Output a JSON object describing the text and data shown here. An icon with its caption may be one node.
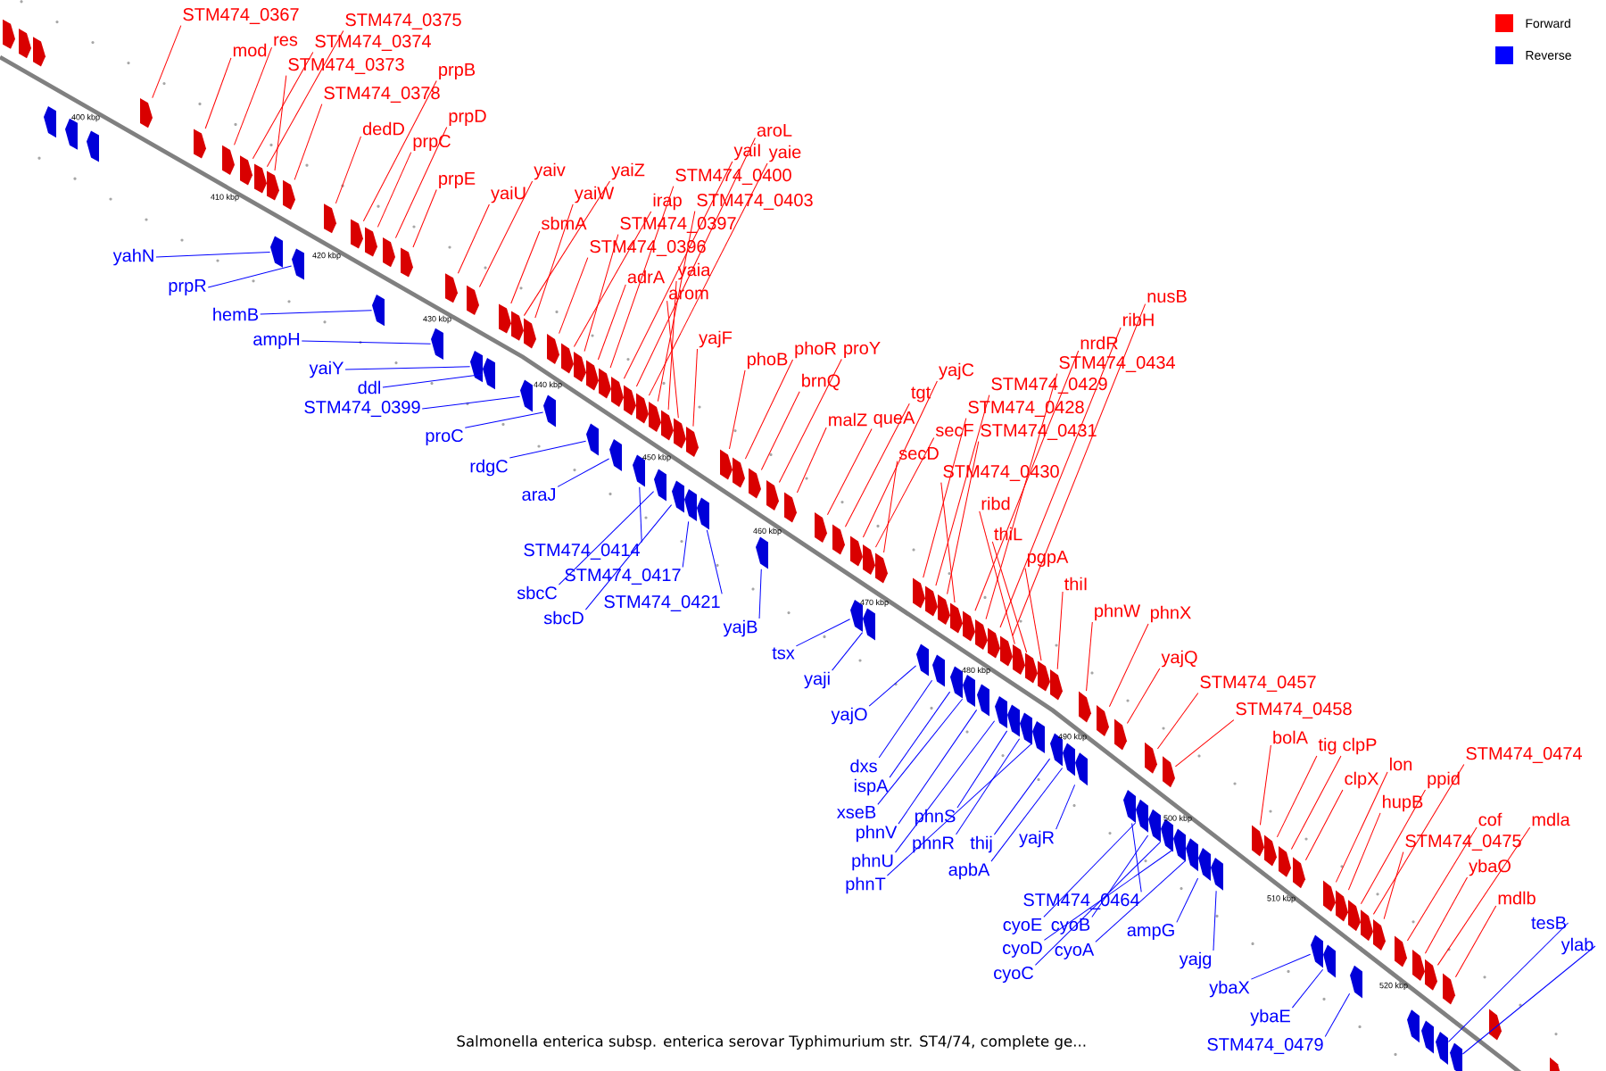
{
  "diagram": {
    "caption": "Salmonella enterica subsp. enterica serovar Typhimurium str. ST4/74, complete ge...",
    "nodes": [
      {
        "text": [
          "STM474_0367"
        ]
      },
      {
        "text": [
          "mod"
        ]
      },
      {
        "text": [
          "res"
        ]
      },
      {
        "text": [
          "STM474_0375"
        ]
      },
      {
        "text": [
          "STM474_0374"
        ]
      },
      {
        "text": [
          "STM474_0373"
        ]
      },
      {
        "text": [
          "STM474_0378"
        ]
      },
      {
        "text": [
          "prpB"
        ]
      },
      {
        "text": [
          "dedD"
        ]
      },
      {
        "text": [
          "prpD"
        ]
      },
      {
        "text": [
          "prpC"
        ]
      },
      {
        "text": [
          "prpE"
        ]
      },
      {
        "text": [
          "yaiU"
        ]
      },
      {
        "text": [
          "yaiv"
        ]
      },
      {
        "text": [
          "yaiZ"
        ]
      },
      {
        "text": [
          "yaiW"
        ]
      },
      {
        "text": [
          "sbmA"
        ]
      },
      {
        "text": [
          "irap"
        ]
      },
      {
        "text": [
          "STM474_0400"
        ]
      },
      {
        "text": [
          "aroL"
        ]
      },
      {
        "text": [
          "yaiI"
        ]
      },
      {
        "text": [
          "yaie"
        ]
      },
      {
        "text": [
          "STM474_0403"
        ]
      },
      {
        "text": [
          "STM474_0397"
        ]
      },
      {
        "text": [
          "STM474_0396"
        ]
      },
      {
        "text": [
          "adrA"
        ]
      },
      {
        "text": [
          "yaia"
        ]
      },
      {
        "text": [
          "arom"
        ]
      },
      {
        "text": [
          "yajF"
        ]
      },
      {
        "text": [
          "phoB"
        ]
      },
      {
        "text": [
          "phoR"
        ]
      },
      {
        "text": [
          "proY"
        ]
      },
      {
        "text": [
          "brnQ"
        ]
      },
      {
        "text": [
          "malZ"
        ]
      },
      {
        "text": [
          "queA"
        ]
      },
      {
        "text": [
          "tgt"
        ]
      },
      {
        "text": [
          "yajC"
        ]
      },
      {
        "text": [
          "secF"
        ]
      },
      {
        "text": [
          "secD"
        ]
      },
      {
        "text": [
          "STM474_0429"
        ]
      },
      {
        "text": [
          "STM474_0428"
        ]
      },
      {
        "text": [
          "STM474_0431"
        ]
      },
      {
        "text": [
          "STM474_0430"
        ]
      },
      {
        "text": [
          "ribd"
        ]
      },
      {
        "text": [
          "thiL"
        ]
      },
      {
        "text": [
          "pgpA"
        ]
      },
      {
        "text": [
          "thiI"
        ]
      },
      {
        "text": [
          "nusB"
        ]
      },
      {
        "text": [
          "ribH"
        ]
      },
      {
        "text": [
          "nrdR"
        ]
      },
      {
        "text": [
          "STM474_0434"
        ]
      },
      {
        "text": [
          "phnW"
        ]
      },
      {
        "text": [
          "phnX"
        ]
      },
      {
        "text": [
          "yajQ"
        ]
      },
      {
        "text": [
          "STM474_0457"
        ]
      },
      {
        "text": [
          "STM474_0458"
        ]
      },
      {
        "text": [
          "bolA"
        ]
      },
      {
        "text": [
          "tig"
        ]
      },
      {
        "text": [
          "clpP"
        ]
      },
      {
        "text": [
          "clpX"
        ]
      },
      {
        "text": [
          "lon"
        ]
      },
      {
        "text": [
          "hupB"
        ]
      },
      {
        "text": [
          "ppid"
        ]
      },
      {
        "text": [
          "STM474_0474"
        ]
      },
      {
        "text": [
          "STM474_0475"
        ]
      },
      {
        "text": [
          "cof"
        ]
      },
      {
        "text": [
          "mdla"
        ]
      },
      {
        "text": [
          "ybaO"
        ]
      },
      {
        "text": [
          "mdlb"
        ]
      },
      {
        "text": [
          "yahN"
        ]
      },
      {
        "text": [
          "prpR"
        ]
      },
      {
        "text": [
          "hemB"
        ]
      },
      {
        "text": [
          "ampH"
        ]
      },
      {
        "text": [
          "yaiY"
        ]
      },
      {
        "text": [
          "ddl"
        ]
      },
      {
        "text": [
          "STM474_0399"
        ]
      },
      {
        "text": [
          "proC"
        ]
      },
      {
        "text": [
          "rdgC"
        ]
      },
      {
        "text": [
          "araJ"
        ]
      },
      {
        "text": [
          "STM474_0414"
        ]
      },
      {
        "text": [
          "sbcC"
        ]
      },
      {
        "text": [
          "STM474_0417"
        ]
      },
      {
        "text": [
          "sbcD"
        ]
      },
      {
        "text": [
          "STM474_0421"
        ]
      },
      {
        "text": [
          "yajB"
        ]
      },
      {
        "text": [
          "tsx"
        ]
      },
      {
        "text": [
          "yaji"
        ]
      },
      {
        "text": [
          "yajO"
        ]
      },
      {
        "text": [
          "dxs"
        ]
      },
      {
        "text": [
          "ispA"
        ]
      },
      {
        "text": [
          "xseB"
        ]
      },
      {
        "text": [
          "phnV"
        ]
      },
      {
        "text": [
          "phnS"
        ]
      },
      {
        "text": [
          "phnU"
        ]
      },
      {
        "text": [
          "phnR"
        ]
      },
      {
        "text": [
          "phnT"
        ]
      },
      {
        "text": [
          "thij"
        ]
      },
      {
        "text": [
          "apbA"
        ]
      },
      {
        "text": [
          "yajR"
        ]
      },
      {
        "text": [
          "STM474_0464"
        ]
      },
      {
        "text": [
          "cyoE"
        ]
      },
      {
        "text": [
          "cyoB"
        ]
      },
      {
        "text": [
          "cyoD"
        ]
      },
      {
        "text": [
          "cyoA"
        ]
      },
      {
        "text": [
          "cyoC"
        ]
      },
      {
        "text": [
          "ampG"
        ]
      },
      {
        "text": [
          "yajg"
        ]
      },
      {
        "text": [
          "ybaX"
        ]
      },
      {
        "text": [
          "ybaE"
        ]
      },
      {
        "text": [
          "STM474_0479"
        ]
      },
      {
        "text": [
          "tesB"
        ]
      },
      {
        "text": [
          "ylab"
        ]
      },
      {
        "text": [],
        "shape": "bar"
      },
      {
        "text": [],
        "shape": "bar"
      },
      {
        "text": [],
        "shape": "bar"
      },
      {
        "text": [],
        "shape": "bar"
      },
      {
        "text": [],
        "shape": "bar"
      },
      {
        "text": [],
        "shape": "bar"
      },
      {
        "text": [],
        "shape": "bar"
      },
      {
        "text": [],
        "shape": "bar"
      },
      {
        "text": [],
        "shape": "bar"
      },
      {
        "text": [],
        "shape": "bar"
      },
      {
        "text": [],
        "shape": "bar"
      },
      {
        "text": [],
        "shape": "bar"
      },
      {
        "text": [],
        "shape": "bar"
      },
      {
        "text": [],
        "shape": "bar"
      },
      {
        "text": [],
        "shape": "bar"
      },
      {
        "text": [],
        "shape": "bar"
      },
      {
        "text": [],
        "shape": "bar"
      },
      {
        "text": [],
        "shape": "bar"
      },
      {
        "text": [],
        "shape": "bar"
      },
      {
        "text": [],
        "shape": "bar"
      },
      {
        "text": [],
        "shape": "bar"
      },
      {
        "text": [],
        "shape": "bar"
      },
      {
        "text": [],
        "shape": "bar"
      },
      {
        "text": [],
        "shape": "bar"
      },
      {
        "text": [],
        "shape": "bar"
      },
      {
        "text": [],
        "shape": "bar"
      },
      {
        "text": [],
        "shape": "bar"
      },
      {
        "text": [],
        "shape": "bar"
      },
      {
        "text": [],
        "shape": "bar"
      },
      {
        "text": [],
        "shape": "bar"
      },
      {
        "text": [],
        "shape": "bar"
      },
      {
        "text": [],
        "shape": "bar"
      },
      {
        "text": [],
        "shape": "bar"
      },
      {
        "text": [],
        "shape": "bar"
      },
      {
        "text": [],
        "shape": "bar"
      },
      {
        "text": [],
        "shape": "bar"
      },
      {
        "text": [],
        "shape": "bar"
      },
      {
        "text": [],
        "shape": "bar"
      },
      {
        "text": [],
        "shape": "bar"
      },
      {
        "text": [],
        "shape": "bar"
      },
      {
        "text": [],
        "shape": "bar"
      },
      {
        "text": [],
        "shape": "bar"
      },
      {
        "text": [],
        "shape": "bar"
      },
      {
        "text": [],
        "shape": "bar"
      },
      {
        "text": [],
        "shape": "bar"
      },
      {
        "text": [],
        "shape": "bar"
      },
      {
        "text": [],
        "shape": "bar"
      },
      {
        "text": [],
        "shape": "bar"
      },
      {
        "text": [],
        "shape": "bar"
      },
      {
        "text": [],
        "shape": "bar"
      },
      {
        "text": [],
        "shape": "bar"
      },
      {
        "text": [],
        "shape": "bar"
      },
      {
        "text": [],
        "shape": "bar"
      },
      {
        "text": [],
        "shape": "bar"
      },
      {
        "text": [],
        "shape": "bar"
      },
      {
        "text": [],
        "shape": "bar"
      },
      {
        "text": [],
        "shape": "bar"
      },
      {
        "text": [],
        "shape": "bar"
      },
      {
        "text": [],
        "shape": "bar"
      },
      {
        "text": [],
        "shape": "bar"
      },
      {
        "text": [],
        "shape": "bar"
      },
      {
        "text": [],
        "shape": "bar"
      },
      {
        "text": [],
        "shape": "bar"
      },
      {
        "text": [],
        "shape": "bar"
      },
      {
        "text": [],
        "shape": "bar"
      },
      {
        "text": [],
        "shape": "bar"
      },
      {
        "text": [],
        "shape": "bar"
      },
      {
        "text": [],
        "shape": "bar"
      },
      {
        "text": [],
        "shape": "bar"
      },
      {
        "text": [],
        "shape": "bar"
      },
      {
        "text": [],
        "shape": "bar"
      },
      {
        "text": [],
        "shape": "bar"
      },
      {
        "text": [],
        "shape": "bar"
      },
      {
        "text": [],
        "shape": "bar"
      },
      {
        "text": [],
        "shape": "bar"
      },
      {
        "text": [],
        "shape": "bar"
      },
      {
        "text": [],
        "shape": "bar"
      },
      {
        "text": [],
        "shape": "bar"
      },
      {
        "text": [],
        "shape": "bar"
      },
      {
        "text": [],
        "shape": "bar"
      },
      {
        "text": [],
        "shape": "bar"
      },
      {
        "text": [],
        "shape": "bar"
      },
      {
        "text": [],
        "shape": "bar"
      },
      {
        "text": [],
        "shape": "bar"
      },
      {
        "text": [],
        "shape": "bar"
      },
      {
        "text": [],
        "shape": "bar"
      },
      {
        "text": [],
        "shape": "bar"
      },
      {
        "text": [],
        "shape": "bar"
      },
      {
        "text": [],
        "shape": "bar"
      },
      {
        "text": [],
        "shape": "bar"
      },
      {
        "text": [],
        "shape": "bar"
      },
      {
        "text": [],
        "shape": "bar"
      },
      {
        "text": [],
        "shape": "bar"
      },
      {
        "text": [],
        "shape": "bar"
      },
      {
        "text": [],
        "shape": "bar"
      },
      {
        "text": [],
        "shape": "bar"
      },
      {
        "text": [],
        "shape": "bar"
      },
      {
        "text": [],
        "shape": "bar"
      },
      {
        "text": [],
        "shape": "bar"
      },
      {
        "text": [],
        "shape": "bar"
      },
      {
        "text": [],
        "shape": "bar"
      },
      {
        "text": [],
        "shape": "bar"
      },
      {
        "text": [],
        "shape": "bar"
      },
      {
        "text": [],
        "shape": "bar"
      },
      {
        "text": [],
        "shape": "bar"
      },
      {
        "text": [],
        "shape": "bar"
      },
      {
        "text": [],
        "shape": "bar"
      },
      {
        "text": [],
        "shape": "bar"
      },
      {
        "text": [],
        "shape": "bar"
      },
      {
        "text": [],
        "shape": "bar"
      },
      {
        "text": [],
        "shape": "bar"
      },
      {
        "text": [],
        "shape": "bar"
      },
      {
        "text": [],
        "shape": "bar"
      },
      {
        "text": [],
        "shape": "bar"
      },
      {
        "text": [],
        "shape": "bar"
      },
      {
        "text": [],
        "shape": "bar"
      },
      {
        "text": [],
        "shape": "bar"
      },
      {
        "text": [],
        "shape": "bar"
      },
      {
        "text": [],
        "shape": "bar"
      },
      {
        "text": [],
        "shape": "bar"
      },
      {
        "text": [],
        "shape": "bar"
      },
      {
        "text": [],
        "shape": "bar"
      }
    ],
    "edges": [
      {
        "from": 0,
        "to": 118,
        "arrow": "none"
      },
      {
        "from": 1,
        "to": 119,
        "arrow": "none"
      },
      {
        "from": 2,
        "to": 120,
        "arrow": "none"
      },
      {
        "from": 3,
        "to": 122,
        "arrow": "none"
      },
      {
        "from": 4,
        "to": 121,
        "arrow": "none"
      },
      {
        "from": 5,
        "to": 123,
        "arrow": "none"
      },
      {
        "from": 6,
        "to": 125,
        "arrow": "none"
      },
      {
        "from": 7,
        "to": 128,
        "arrow": "none"
      },
      {
        "from": 8,
        "to": 127,
        "arrow": "none"
      },
      {
        "from": 9,
        "to": 131,
        "arrow": "none"
      },
      {
        "from": 10,
        "to": 129,
        "arrow": "none"
      },
      {
        "from": 11,
        "to": 132,
        "arrow": "none"
      },
      {
        "from": 12,
        "to": 134,
        "arrow": "none"
      },
      {
        "from": 13,
        "to": 135,
        "arrow": "none"
      },
      {
        "from": 14,
        "to": 139,
        "arrow": "none"
      },
      {
        "from": 15,
        "to": 141,
        "arrow": "none"
      },
      {
        "from": 16,
        "to": 138,
        "arrow": "none"
      },
      {
        "from": 17,
        "to": 144,
        "arrow": "none"
      },
      {
        "from": 18,
        "to": 148,
        "arrow": "none"
      },
      {
        "from": 19,
        "to": 151,
        "arrow": "none"
      },
      {
        "from": 20,
        "to": 150,
        "arrow": "none"
      },
      {
        "from": 21,
        "to": 153,
        "arrow": "none"
      },
      {
        "from": 22,
        "to": 154,
        "arrow": "none"
      },
      {
        "from": 23,
        "to": 145,
        "arrow": "none"
      },
      {
        "from": 24,
        "to": 143,
        "arrow": "none"
      },
      {
        "from": 25,
        "to": 146,
        "arrow": "none"
      },
      {
        "from": 26,
        "to": 156,
        "arrow": "none"
      },
      {
        "from": 27,
        "to": 158,
        "arrow": "none"
      },
      {
        "from": 28,
        "to": 160,
        "arrow": "none"
      },
      {
        "from": 29,
        "to": 162,
        "arrow": "none"
      },
      {
        "from": 30,
        "to": 163,
        "arrow": "none"
      },
      {
        "from": 31,
        "to": 166,
        "arrow": "none"
      },
      {
        "from": 32,
        "to": 164,
        "arrow": "none"
      },
      {
        "from": 33,
        "to": 167,
        "arrow": "none"
      },
      {
        "from": 34,
        "to": 168,
        "arrow": "none"
      },
      {
        "from": 35,
        "to": 169,
        "arrow": "none"
      },
      {
        "from": 36,
        "to": 170,
        "arrow": "none"
      },
      {
        "from": 37,
        "to": 172,
        "arrow": "none"
      },
      {
        "from": 38,
        "to": 174,
        "arrow": "none"
      },
      {
        "from": 39,
        "to": 177,
        "arrow": "none"
      },
      {
        "from": 40,
        "to": 175,
        "arrow": "none"
      },
      {
        "from": 41,
        "to": 179,
        "arrow": "none"
      },
      {
        "from": 42,
        "to": 180,
        "arrow": "none"
      },
      {
        "from": 43,
        "to": 190,
        "arrow": "none"
      },
      {
        "from": 44,
        "to": 192,
        "arrow": "none"
      },
      {
        "from": 45,
        "to": 194,
        "arrow": "none"
      },
      {
        "from": 46,
        "to": 195,
        "arrow": "none"
      },
      {
        "from": 47,
        "to": 188,
        "arrow": "none"
      },
      {
        "from": 48,
        "to": 186,
        "arrow": "none"
      },
      {
        "from": 49,
        "to": 182,
        "arrow": "none"
      },
      {
        "from": 50,
        "to": 184,
        "arrow": "none"
      },
      {
        "from": 51,
        "to": 199,
        "arrow": "none"
      },
      {
        "from": 52,
        "to": 200,
        "arrow": "none"
      },
      {
        "from": 53,
        "to": 201,
        "arrow": "none"
      },
      {
        "from": 54,
        "to": 204,
        "arrow": "none"
      },
      {
        "from": 55,
        "to": 207,
        "arrow": "none"
      },
      {
        "from": 56,
        "to": 212,
        "arrow": "none"
      },
      {
        "from": 57,
        "to": 213,
        "arrow": "none"
      },
      {
        "from": 58,
        "to": 214,
        "arrow": "none"
      },
      {
        "from": 59,
        "to": 215,
        "arrow": "none"
      },
      {
        "from": 60,
        "to": 217,
        "arrow": "none"
      },
      {
        "from": 61,
        "to": 219,
        "arrow": "none"
      },
      {
        "from": 62,
        "to": 220,
        "arrow": "none"
      },
      {
        "from": 63,
        "to": 222,
        "arrow": "none"
      },
      {
        "from": 64,
        "to": 223,
        "arrow": "none"
      },
      {
        "from": 65,
        "to": 224,
        "arrow": "none"
      },
      {
        "from": 66,
        "to": 226,
        "arrow": "none"
      },
      {
        "from": 67,
        "to": 225,
        "arrow": "none"
      },
      {
        "from": 68,
        "to": 228,
        "arrow": "none"
      },
      {
        "from": 69,
        "to": 124,
        "arrow": "none",
        "color": "#0000ff"
      },
      {
        "from": 70,
        "to": 126,
        "arrow": "none",
        "color": "#0000ff"
      },
      {
        "from": 71,
        "to": 130,
        "arrow": "none",
        "color": "#0000ff"
      },
      {
        "from": 72,
        "to": 133,
        "arrow": "none",
        "color": "#0000ff"
      },
      {
        "from": 73,
        "to": 136,
        "arrow": "none",
        "color": "#0000ff"
      },
      {
        "from": 74,
        "to": 137,
        "arrow": "none",
        "color": "#0000ff"
      },
      {
        "from": 75,
        "to": 140,
        "arrow": "none",
        "color": "#0000ff"
      },
      {
        "from": 76,
        "to": 142,
        "arrow": "none",
        "color": "#0000ff"
      },
      {
        "from": 77,
        "to": 147,
        "arrow": "none",
        "color": "#0000ff"
      },
      {
        "from": 78,
        "to": 149,
        "arrow": "none",
        "color": "#0000ff"
      },
      {
        "from": 79,
        "to": 152,
        "arrow": "none",
        "color": "#0000ff"
      },
      {
        "from": 80,
        "to": 155,
        "arrow": "none",
        "color": "#0000ff"
      },
      {
        "from": 81,
        "to": 159,
        "arrow": "none",
        "color": "#0000ff"
      },
      {
        "from": 82,
        "to": 157,
        "arrow": "none",
        "color": "#0000ff"
      },
      {
        "from": 83,
        "to": 161,
        "arrow": "none",
        "color": "#0000ff"
      },
      {
        "from": 84,
        "to": 165,
        "arrow": "none",
        "color": "#0000ff"
      },
      {
        "from": 85,
        "to": 171,
        "arrow": "none",
        "color": "#0000ff"
      },
      {
        "from": 86,
        "to": 173,
        "arrow": "none",
        "color": "#0000ff"
      },
      {
        "from": 87,
        "to": 176,
        "arrow": "none",
        "color": "#0000ff"
      },
      {
        "from": 88,
        "to": 178,
        "arrow": "none",
        "color": "#0000ff"
      },
      {
        "from": 89,
        "to": 181,
        "arrow": "none",
        "color": "#0000ff"
      },
      {
        "from": 90,
        "to": 183,
        "arrow": "none",
        "color": "#0000ff"
      },
      {
        "from": 91,
        "to": 185,
        "arrow": "none",
        "color": "#0000ff"
      },
      {
        "from": 92,
        "to": 189,
        "arrow": "none",
        "color": "#0000ff"
      },
      {
        "from": 93,
        "to": 187,
        "arrow": "none",
        "color": "#0000ff"
      },
      {
        "from": 94,
        "to": 191,
        "arrow": "none",
        "color": "#0000ff"
      },
      {
        "from": 95,
        "to": 193,
        "arrow": "none",
        "color": "#0000ff"
      },
      {
        "from": 96,
        "to": 196,
        "arrow": "none",
        "color": "#0000ff"
      },
      {
        "from": 97,
        "to": 197,
        "arrow": "none",
        "color": "#0000ff"
      },
      {
        "from": 98,
        "to": 198,
        "arrow": "none",
        "color": "#0000ff"
      },
      {
        "from": 99,
        "to": 202,
        "arrow": "none",
        "color": "#0000ff"
      },
      {
        "from": 100,
        "to": 203,
        "arrow": "none",
        "color": "#0000ff"
      },
      {
        "from": 101,
        "to": 205,
        "arrow": "none",
        "color": "#0000ff"
      },
      {
        "from": 102,
        "to": 208,
        "arrow": "none",
        "color": "#0000ff"
      },
      {
        "from": 103,
        "to": 209,
        "arrow": "none",
        "color": "#0000ff"
      },
      {
        "from": 104,
        "to": 206,
        "arrow": "none",
        "color": "#0000ff"
      },
      {
        "from": 105,
        "to": 210,
        "arrow": "none",
        "color": "#0000ff"
      },
      {
        "from": 106,
        "to": 211,
        "arrow": "none",
        "color": "#0000ff"
      },
      {
        "from": 107,
        "to": 216,
        "arrow": "none",
        "color": "#0000ff"
      },
      {
        "from": 108,
        "to": 218,
        "arrow": "none",
        "color": "#0000ff"
      },
      {
        "from": 109,
        "to": 221,
        "arrow": "none",
        "color": "#0000ff"
      },
      {
        "from": 110,
        "to": 230,
        "arrow": "none",
        "color": "#0000ff"
      },
      {
        "from": 111,
        "to": 232,
        "arrow": "none",
        "color": "#0000ff"
      }
    ],
    "labels": [
      "400 kbp",
      "410 kbp",
      "420 kbp",
      "430 kbp",
      "440 kbp",
      "450 kbp",
      "460 kbp",
      "470 kbp",
      "480 kbp",
      "490 kbp",
      "500 kbp",
      "510 kbp",
      "520 kbp"
    ],
    "legend": [
      {
        "text": "Forward",
        "color": "#ff0000"
      },
      {
        "text": "Reverse",
        "color": "#0000ff"
      }
    ]
  }
}
